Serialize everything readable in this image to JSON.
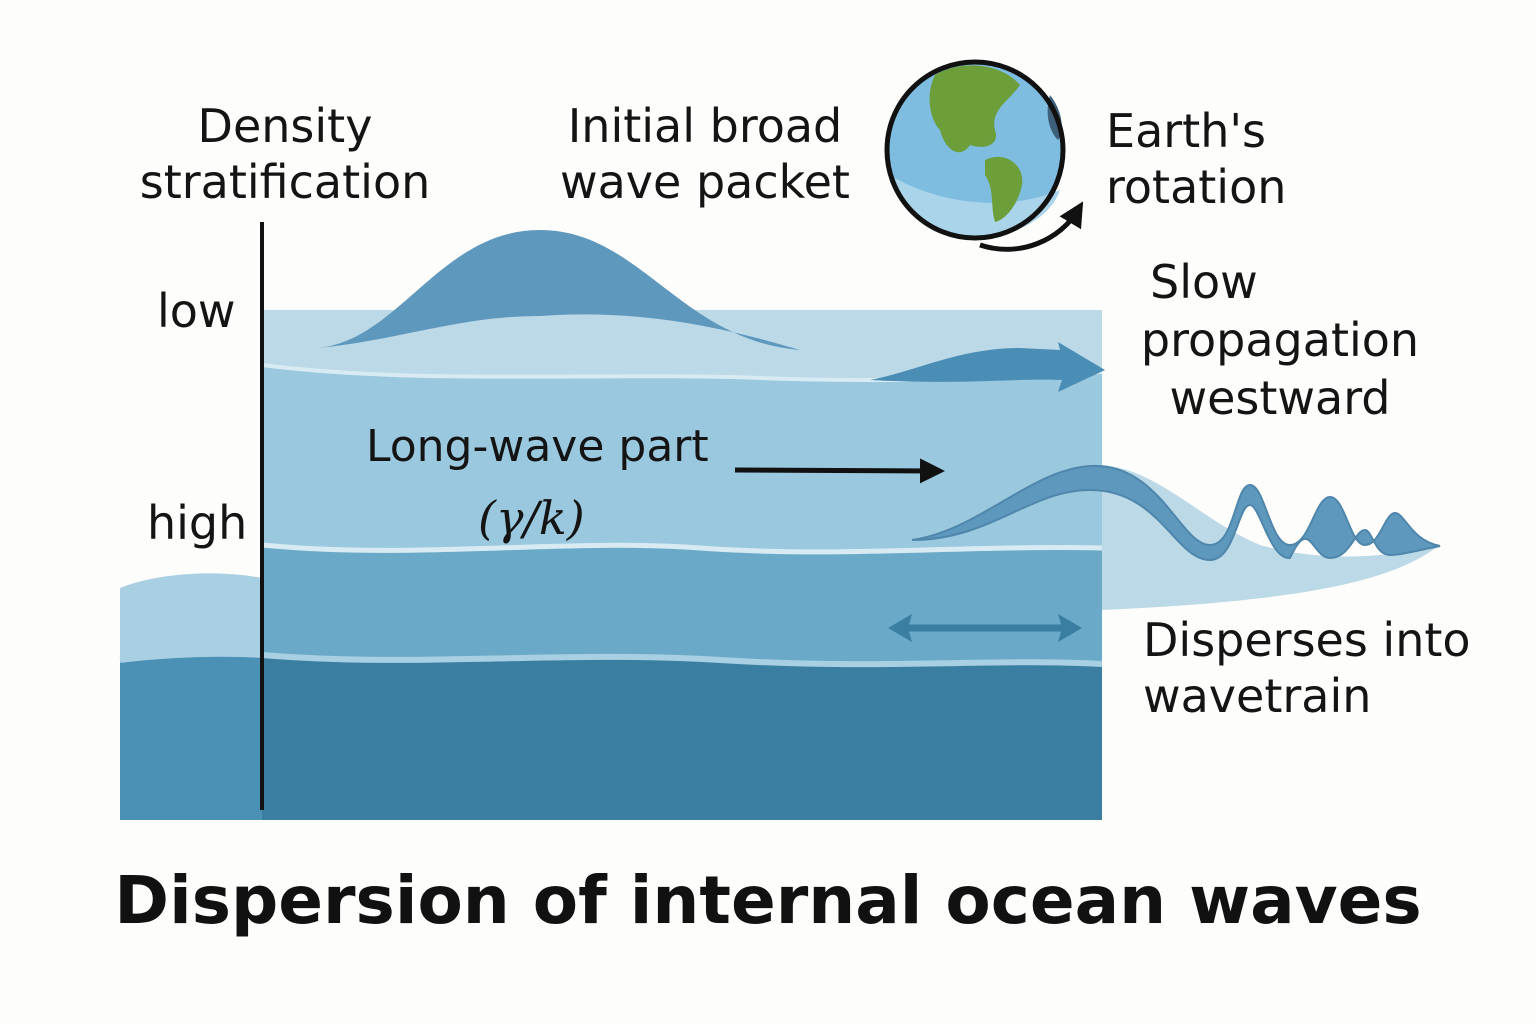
{
  "labels": {
    "density_line1": "Density",
    "density_line2": "stratification",
    "initial_line1": "Initial broad",
    "initial_line2": "wave packet",
    "earth_line1": "Earth's",
    "earth_line2": "rotation",
    "slow_line1": "Slow",
    "slow_line2": "propagation",
    "slow_line3": "westward",
    "low": "low",
    "high": "high",
    "long_wave": "Long-wave part",
    "long_wave_formula": "(γ/k)",
    "disperses_line1": "Disperses into",
    "disperses_line2": "wavetrain"
  },
  "title": "Dispersion of internal ocean waves",
  "colors": {
    "layer_top": "#bcd9e7",
    "layer_middle": "#9ac8de",
    "layer_lower": "#6aaac8",
    "layer_bottom": "#3a7fa2",
    "wave": "#5f98bd",
    "arrow": "#111111",
    "earth_ocean": "#7fbde0",
    "earth_land": "#6c9e3a"
  },
  "icons": [
    "earth-globe-icon",
    "rotation-arrow-icon",
    "right-arrow-icon",
    "double-arrow-icon"
  ]
}
